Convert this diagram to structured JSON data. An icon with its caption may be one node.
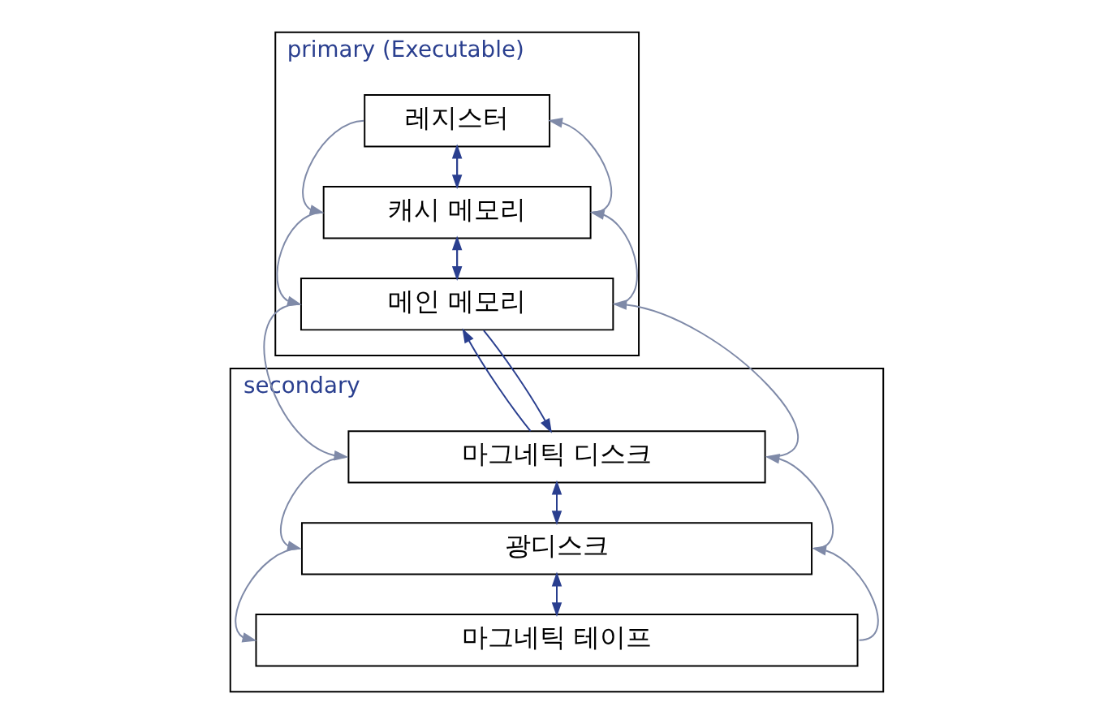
{
  "diagram": {
    "nodes": [
      {
        "text": [
          "primary (Executable)"
        ]
      },
      {
        "text": [
          "레지스터"
        ],
        "in": 0
      },
      {
        "text": [
          "캐시 메모리"
        ],
        "in": 0
      },
      {
        "text": [
          "메인 메모리"
        ],
        "in": 0
      },
      {
        "text": [
          "secondary"
        ]
      },
      {
        "text": [
          "마그네틱 디스크"
        ],
        "in": 4
      },
      {
        "text": [
          "광디스크"
        ],
        "in": 4
      },
      {
        "text": [
          "마그네틱 테이프"
        ],
        "in": 4
      }
    ],
    "edges": [
      {
        "from": 2,
        "to": 1,
        "arrow": "to"
      },
      {
        "from": 1,
        "to": 2,
        "arrow": "to"
      },
      {
        "from": 3,
        "to": 2,
        "arrow": "to"
      },
      {
        "from": 2,
        "to": 3,
        "arrow": "to"
      },
      {
        "from": 5,
        "to": 3,
        "arrow": "to"
      },
      {
        "from": 3,
        "to": 5,
        "arrow": "to"
      },
      {
        "from": 6,
        "to": 5,
        "arrow": "to"
      },
      {
        "from": 5,
        "to": 6,
        "arrow": "to"
      },
      {
        "from": 7,
        "to": 6,
        "arrow": "to"
      },
      {
        "from": 6,
        "to": 7,
        "arrow": "to"
      },
      {
        "from": 1,
        "to": 2,
        "arrow": "to",
        "color": "#7f8aa8"
      },
      {
        "from": 2,
        "to": 3,
        "arrow": "to",
        "color": "#7f8aa8"
      },
      {
        "from": 3,
        "to": 5,
        "arrow": "to",
        "color": "#7f8aa8"
      },
      {
        "from": 5,
        "to": 6,
        "arrow": "to",
        "color": "#7f8aa8"
      },
      {
        "from": 6,
        "to": 7,
        "arrow": "to",
        "color": "#7f8aa8"
      },
      {
        "from": 2,
        "to": 1,
        "arrow": "to",
        "color": "#7f8aa8"
      },
      {
        "from": 3,
        "to": 2,
        "arrow": "to",
        "color": "#7f8aa8"
      },
      {
        "from": 5,
        "to": 3,
        "arrow": "to",
        "color": "#7f8aa8"
      },
      {
        "from": 6,
        "to": 5,
        "arrow": "to",
        "color": "#7f8aa8"
      },
      {
        "from": 7,
        "to": 6,
        "arrow": "to",
        "color": "#7f8aa8"
      }
    ]
  }
}
